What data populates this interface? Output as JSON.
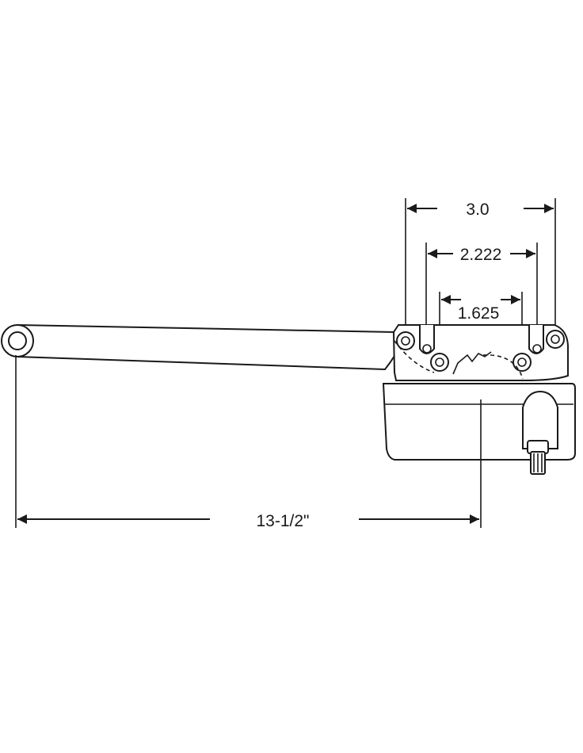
{
  "dimensions": {
    "overall_spacing": "3.0",
    "middle_spacing": "2.222",
    "inner_spacing": "1.625",
    "arm_length": "13-1/2\""
  }
}
